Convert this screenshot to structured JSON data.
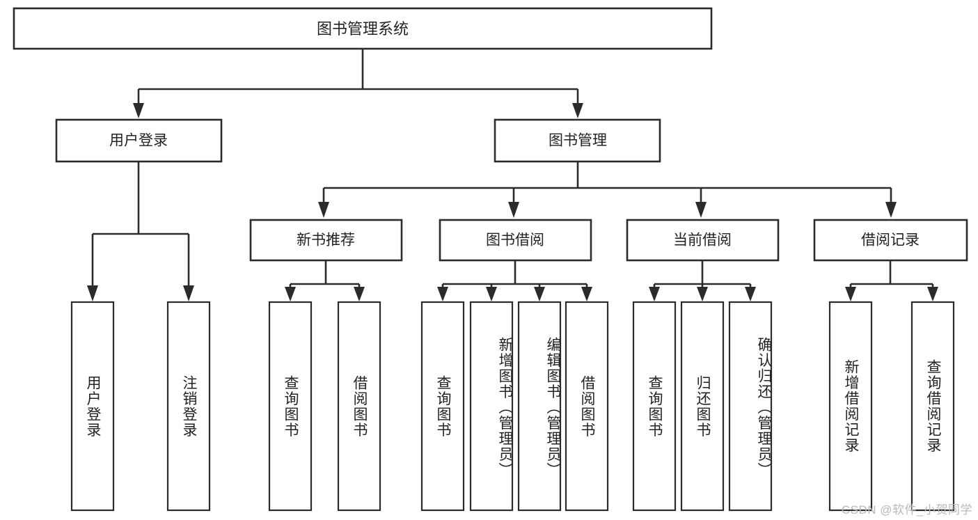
{
  "diagram": {
    "title": "图书管理系统",
    "type": "tree-hierarchy",
    "orientation": "top-down",
    "style": {
      "box_fill": "#ffffff",
      "box_stroke": "#2b2b2b",
      "text_color": "#222222",
      "connector_color": "#2b2b2b",
      "background": "#ffffff"
    },
    "root": {
      "id": "root",
      "label": "图书管理系统",
      "level": 0
    },
    "level1": [
      {
        "id": "user-login",
        "label": "用户登录",
        "level": 1
      },
      {
        "id": "book-manage",
        "label": "图书管理",
        "level": 1
      }
    ],
    "level2": [
      {
        "id": "new-book-recommend",
        "label": "新书推荐",
        "level": 2,
        "parent": "book-manage"
      },
      {
        "id": "book-borrow",
        "label": "图书借阅",
        "level": 2,
        "parent": "book-manage"
      },
      {
        "id": "current-borrow",
        "label": "当前借阅",
        "level": 2,
        "parent": "book-manage"
      },
      {
        "id": "borrow-record",
        "label": "借阅记录",
        "level": 2,
        "parent": "book-manage"
      }
    ],
    "leaves": [
      {
        "id": "leaf-user-login",
        "label": "用户登录",
        "parent": "user-login",
        "align": "middle"
      },
      {
        "id": "leaf-logout",
        "label": "注销登录",
        "parent": "user-login",
        "align": "middle"
      },
      {
        "id": "leaf-query-book-1",
        "label": "查询图书",
        "parent": "new-book-recommend",
        "align": "middle"
      },
      {
        "id": "leaf-borrow-book-1",
        "label": "借阅图书",
        "parent": "new-book-recommend",
        "align": "middle"
      },
      {
        "id": "leaf-query-book-2",
        "label": "查询图书",
        "parent": "book-borrow",
        "align": "middle"
      },
      {
        "id": "leaf-add-book-admin",
        "label": "新增图书（管理员）",
        "parent": "book-borrow",
        "align": "start"
      },
      {
        "id": "leaf-edit-book-admin",
        "label": "编辑图书（管理员）",
        "parent": "book-borrow",
        "align": "start"
      },
      {
        "id": "leaf-borrow-book-2",
        "label": "借阅图书",
        "parent": "book-borrow",
        "align": "middle"
      },
      {
        "id": "leaf-query-book-3",
        "label": "查询图书",
        "parent": "current-borrow",
        "align": "middle"
      },
      {
        "id": "leaf-return-book",
        "label": "归还图书",
        "parent": "current-borrow",
        "align": "middle"
      },
      {
        "id": "leaf-confirm-return",
        "label": "确认归还（管理员）",
        "parent": "current-borrow",
        "align": "start"
      },
      {
        "id": "leaf-add-record",
        "label": "新增借阅记录",
        "parent": "borrow-record",
        "align": "middle"
      },
      {
        "id": "leaf-query-record",
        "label": "查询借阅记录",
        "parent": "borrow-record",
        "align": "middle"
      }
    ]
  },
  "watermark": {
    "text": "CSDN @软件_小贺同学"
  }
}
